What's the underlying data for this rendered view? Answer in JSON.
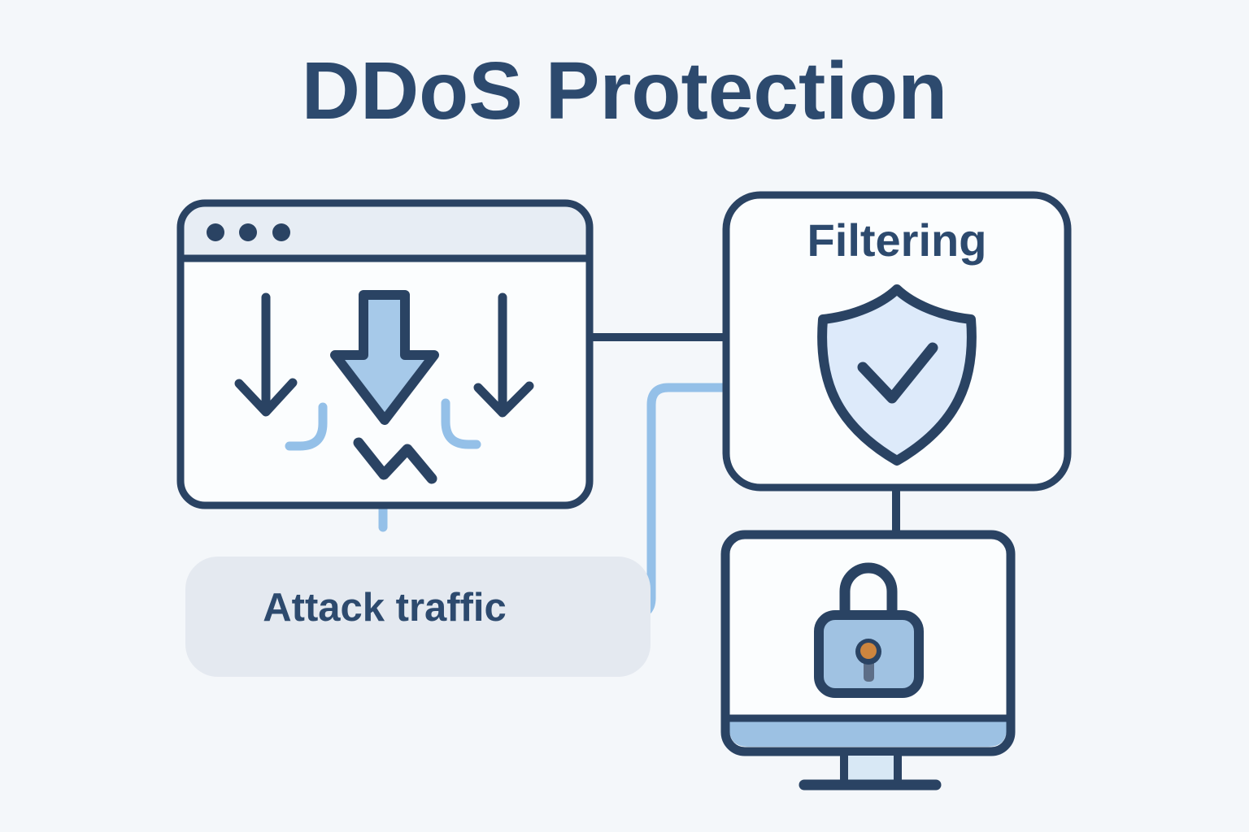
{
  "title": "DDoS Protection",
  "nodes": {
    "browser": {
      "icon": "browser-window-with-attack-arrows-icon"
    },
    "filtering": {
      "label": "Filtering",
      "icon": "shield-check-icon"
    },
    "protected_server": {
      "icon": "monitor-with-lock-icon"
    },
    "attack": {
      "label": "Attack traffic"
    }
  },
  "colors": {
    "bg": "#f4f7fa",
    "navy": "#2a4363",
    "text_navy": "#2d4a6e",
    "panel": "#fbfdfe",
    "titlebar": "#e7edf4",
    "arrow_fill": "#a6c9e9",
    "shield_fill": "#ddeafa",
    "lock_body": "#a0c2e2",
    "monitor_bar": "#9cc1e3",
    "stand_fill": "#d8e8f5",
    "pill_bg": "#e4e9f0",
    "line_blue": "#94c0e8",
    "key_orange": "#cd853e",
    "stem_gray": "#5d6e87"
  }
}
